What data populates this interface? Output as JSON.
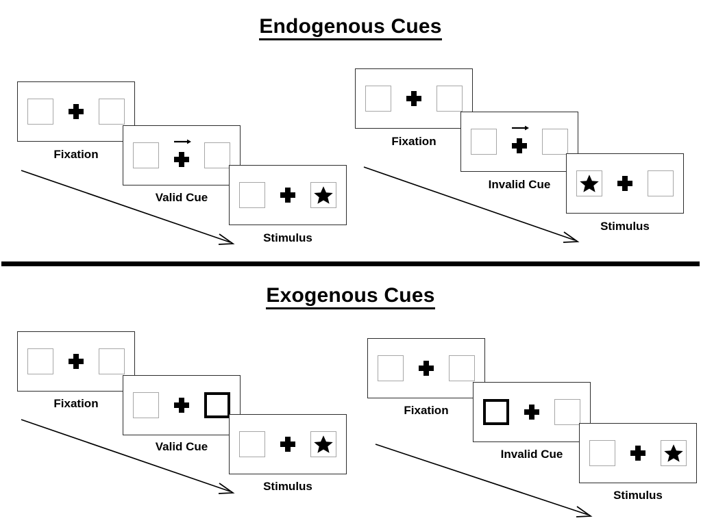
{
  "sections": [
    {
      "id": "endogenous",
      "title": "Endogenous Cues",
      "cue_type": "central-arrow",
      "sequences": [
        {
          "id": "endogenous-valid",
          "panels": [
            {
              "label": "Fixation",
              "cue": "none",
              "left_box": "empty",
              "right_box": "empty"
            },
            {
              "label": "Valid Cue",
              "cue": "arrow-right",
              "left_box": "empty",
              "right_box": "empty"
            },
            {
              "label": "Stimulus",
              "cue": "none",
              "left_box": "empty",
              "right_box": "star"
            }
          ]
        },
        {
          "id": "endogenous-invalid",
          "panels": [
            {
              "label": "Fixation",
              "cue": "none",
              "left_box": "empty",
              "right_box": "empty"
            },
            {
              "label": "Invalid Cue",
              "cue": "arrow-right",
              "left_box": "empty",
              "right_box": "empty"
            },
            {
              "label": "Stimulus",
              "cue": "none",
              "left_box": "star",
              "right_box": "empty"
            }
          ]
        }
      ]
    },
    {
      "id": "exogenous",
      "title": "Exogenous Cues",
      "cue_type": "peripheral-box",
      "sequences": [
        {
          "id": "exogenous-valid",
          "panels": [
            {
              "label": "Fixation",
              "cue": "none",
              "left_box": "empty",
              "right_box": "empty"
            },
            {
              "label": "Valid Cue",
              "cue": "none",
              "left_box": "empty",
              "right_box": "cued"
            },
            {
              "label": "Stimulus",
              "cue": "none",
              "left_box": "empty",
              "right_box": "star"
            }
          ]
        },
        {
          "id": "exogenous-invalid",
          "panels": [
            {
              "label": "Fixation",
              "cue": "none",
              "left_box": "empty",
              "right_box": "empty"
            },
            {
              "label": "Invalid Cue",
              "cue": "none",
              "left_box": "cued",
              "right_box": "empty"
            },
            {
              "label": "Stimulus",
              "cue": "none",
              "left_box": "empty",
              "right_box": "star"
            }
          ]
        }
      ]
    }
  ],
  "time_arrows": {
    "count": 4,
    "direction": "down-right",
    "meaning": "time"
  },
  "colors": {
    "ink": "#000000",
    "frame_border": "#2b2b2b",
    "box_border": "#a6a6a6",
    "cued_box_border": "#000000",
    "background": "#ffffff"
  },
  "labels": {
    "t_endogenous": "Endogenous Cues",
    "t_exogenous": "Exogenous Cues",
    "s0q0p0": "Fixation",
    "s0q0p1": "Valid Cue",
    "s0q0p2": "Stimulus",
    "s0q1p0": "Fixation",
    "s0q1p1": "Invalid Cue",
    "s0q1p2": "Stimulus",
    "s1q0p0": "Fixation",
    "s1q0p1": "Valid Cue",
    "s1q0p2": "Stimulus",
    "s1q1p0": "Fixation",
    "s1q1p1": "Invalid Cue",
    "s1q1p2": "Stimulus"
  }
}
